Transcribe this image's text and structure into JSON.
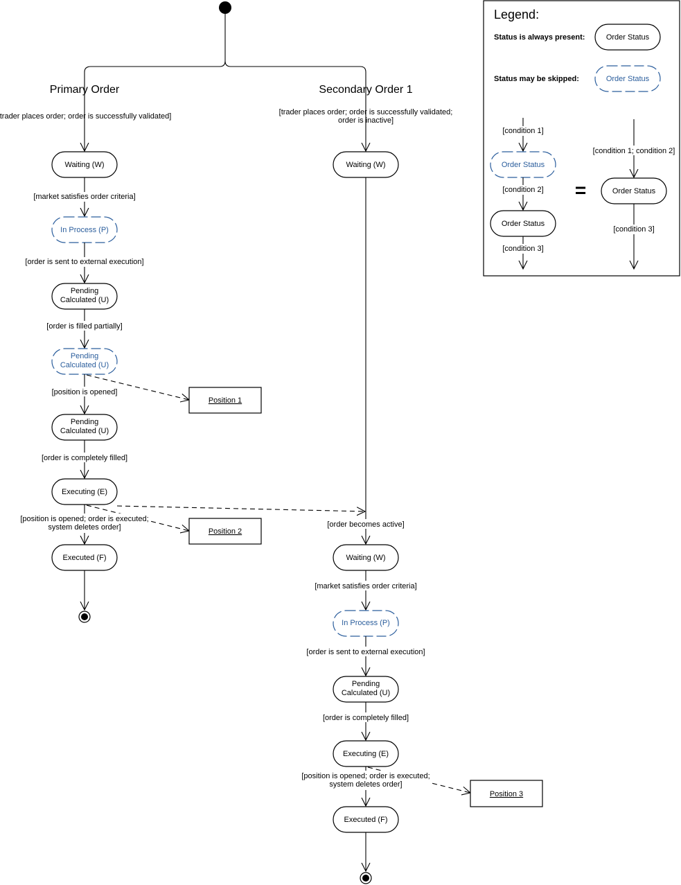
{
  "lanes": {
    "primary": "Primary Order",
    "secondary": "Secondary Order 1"
  },
  "states": {
    "p_waiting": "Waiting (W)",
    "p_inprocess": "In Process (P)",
    "p_pending1_a": "Pending",
    "p_pending1_b": "Calculated (U)",
    "p_pending2_a": "Pending",
    "p_pending2_b": "Calculated (U)",
    "p_pending3_a": "Pending",
    "p_pending3_b": "Calculated (U)",
    "p_executing": "Executing (E)",
    "p_executed": "Executed (F)",
    "s_waiting1": "Waiting (W)",
    "s_waiting2": "Waiting (W)",
    "s_inprocess": "In Process (P)",
    "s_pending_a": "Pending",
    "s_pending_b": "Calculated (U)",
    "s_executing": "Executing (E)",
    "s_executed": "Executed (F)"
  },
  "conditions": {
    "p_c1": "[trader places order; order is successfully validated]",
    "p_c2": "[market satisfies order criteria]",
    "p_c3": "[order is sent to external execution]",
    "p_c4": "[order is filled partially]",
    "p_c5": "[position is opened]",
    "p_c6": "[order is completely filled]",
    "p_c7a": "[position is opened; order is executed;",
    "p_c7b": "system deletes order]",
    "s_c1a": "[trader places order; order is successfully validated;",
    "s_c1b": "order is inactive]",
    "s_c2": "[order becomes active]",
    "s_c3": "[market satisfies order criteria]",
    "s_c4": "[order is sent to external execution]",
    "s_c5": "[order is completely filled]",
    "s_c6a": "[position is opened; order is executed;",
    "s_c6b": "system deletes order]"
  },
  "positions": {
    "pos1": "Position 1",
    "pos2": "Position 2",
    "pos3": "Position 3"
  },
  "legend": {
    "title": "Legend:",
    "always_label": "Status is always present:",
    "always_state": "Order Status",
    "skipped_label": "Status may be skipped:",
    "skipped_state": "Order Status",
    "cond1": "[condition 1]",
    "left_skipped_state": "Order Status",
    "cond2": "[condition 2]",
    "left_state": "Order Status",
    "cond3_left": "[condition 3]",
    "equals": "=",
    "cond12": "[condition 1; condition 2]",
    "right_state": "Order Status",
    "cond3_right": "[condition 3]"
  },
  "colors": {
    "skipped_stroke": "#2a5d9c",
    "line": "#000000"
  }
}
